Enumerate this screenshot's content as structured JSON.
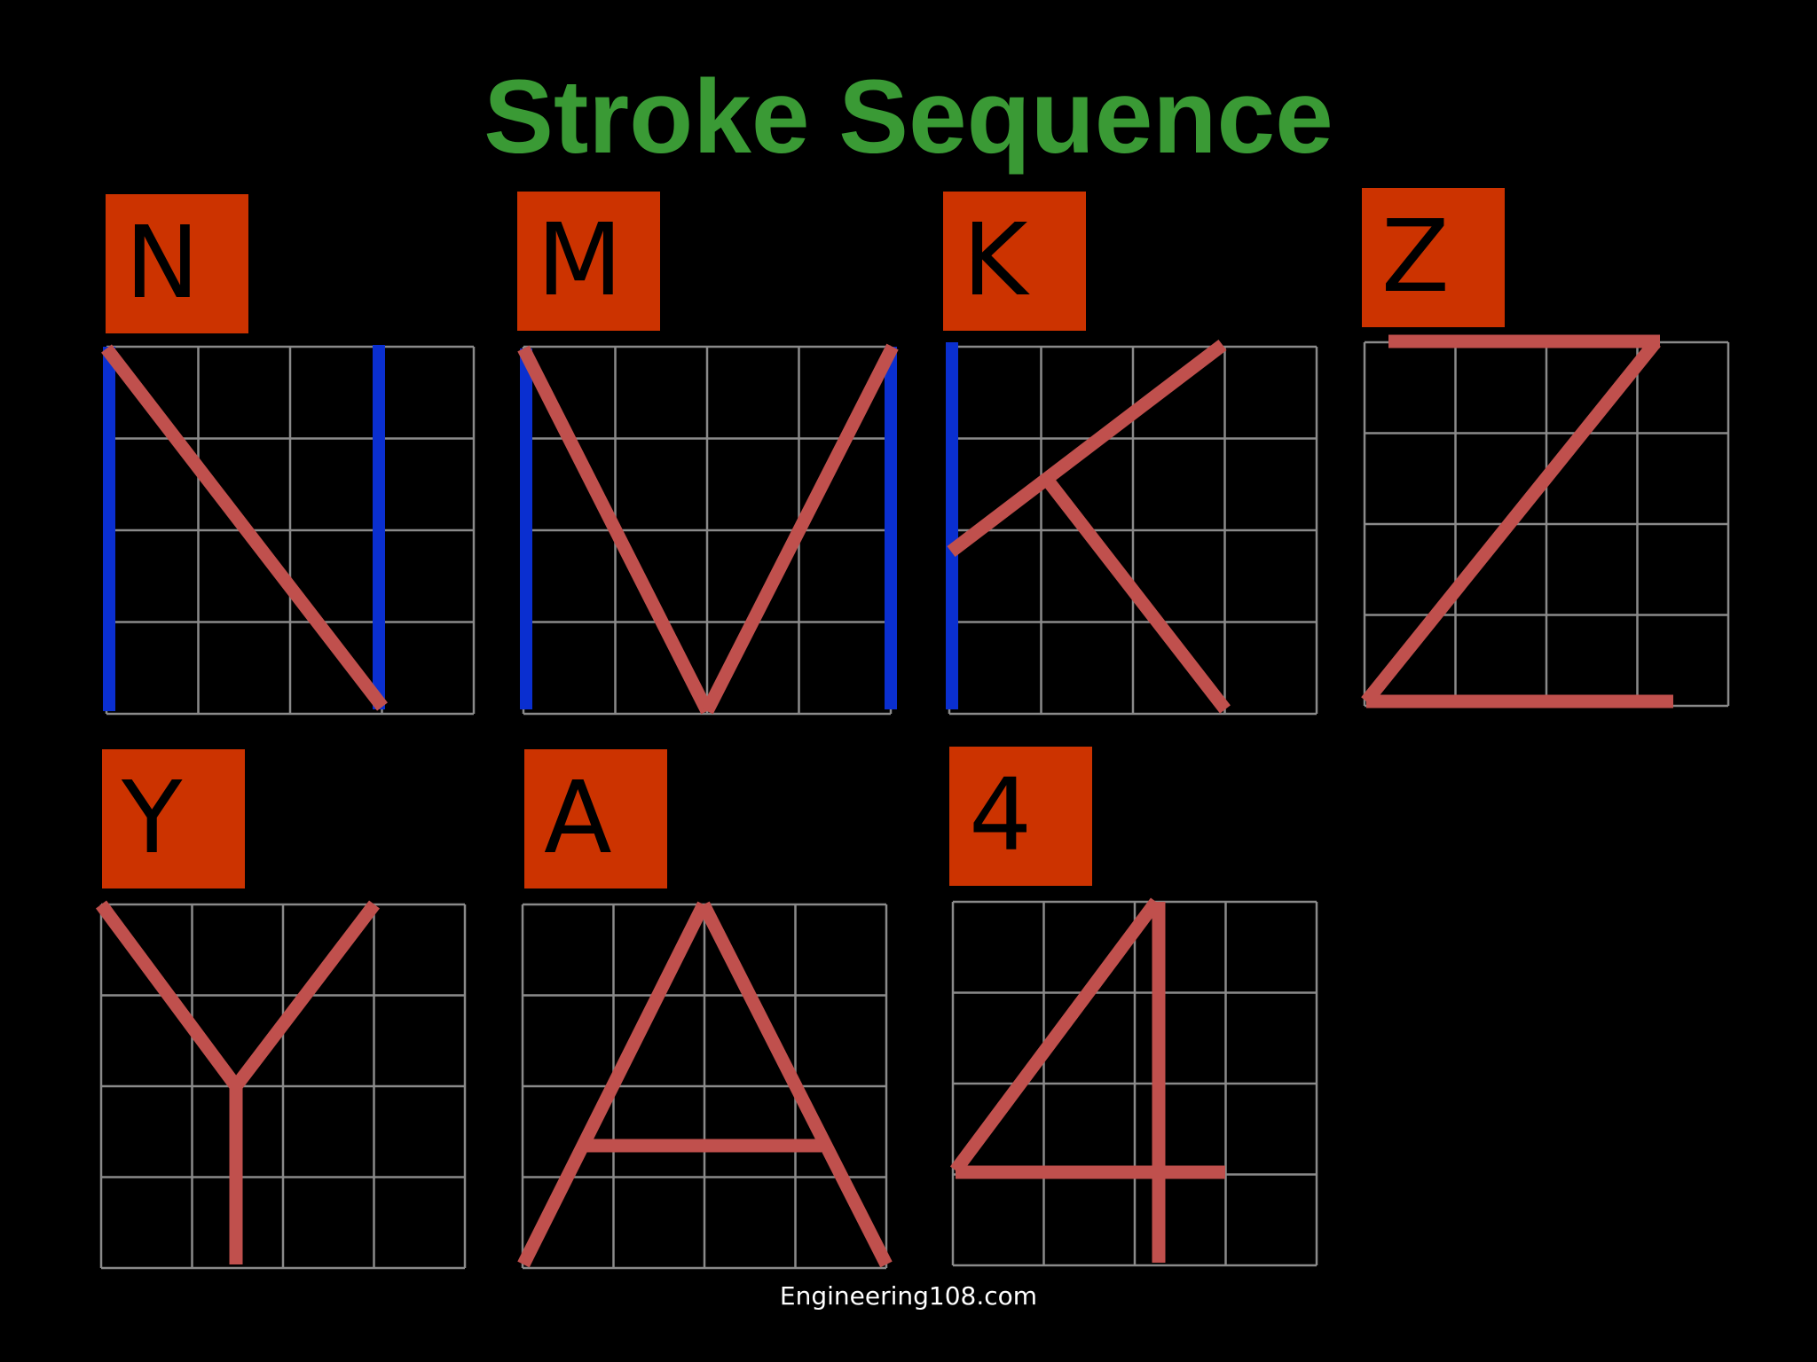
{
  "title": "Stroke Sequence",
  "credit": "Engineering108.com",
  "colors": {
    "title": "#3a9a35",
    "label_bg": "#cc3300",
    "grid": "#8a8a8a",
    "first_stroke": "#0a2fd0",
    "stroke": "#c0504d"
  },
  "characters": [
    {
      "char": "N"
    },
    {
      "char": "M"
    },
    {
      "char": "K"
    },
    {
      "char": "Z"
    },
    {
      "char": "Y"
    },
    {
      "char": "A"
    },
    {
      "char": "4"
    }
  ]
}
